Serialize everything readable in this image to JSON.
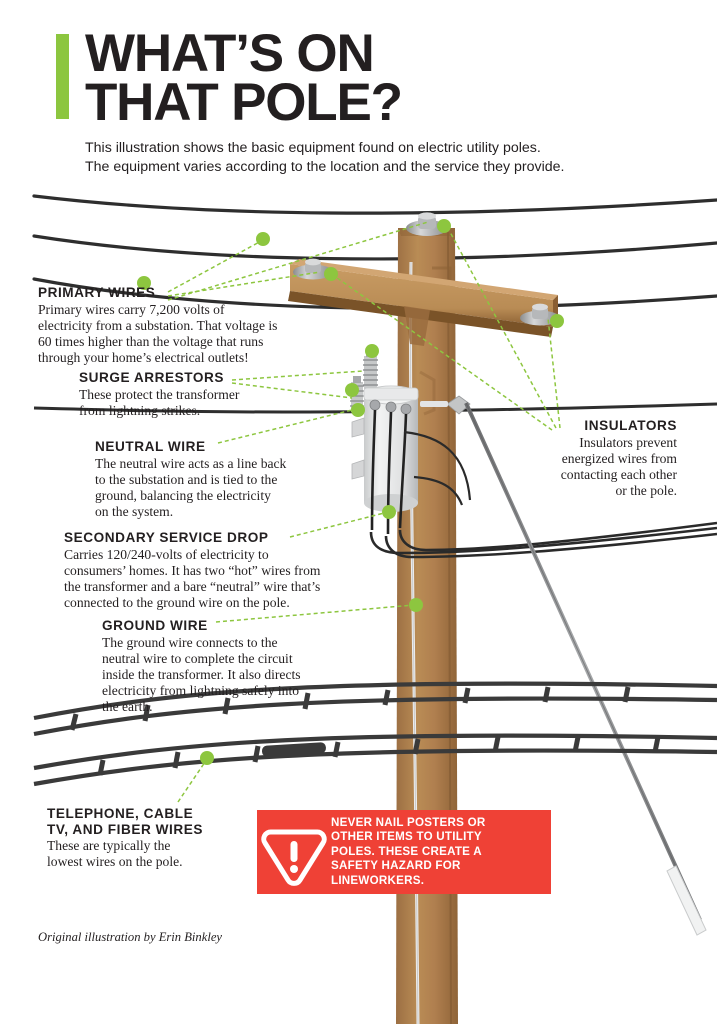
{
  "header": {
    "title": "WHAT’S ON\nTHAT POLE?",
    "subtitle": "This illustration shows the basic equipment found on electric utility poles.\nThe equipment varies according to the location and the service they provide.",
    "accent_color": "#8CC63F"
  },
  "callouts": {
    "primary_wires": {
      "heading": "PRIMARY WIRES",
      "body": "Primary wires carry 7,200 volts of\nelectricity from a substation. That voltage is\n60 times higher than the voltage that runs\nthrough your home’s electrical outlets!"
    },
    "surge_arrestors": {
      "heading": "SURGE ARRESTORS",
      "body": "These protect the transformer\nfrom lightning strikes."
    },
    "neutral_wire": {
      "heading": "NEUTRAL WIRE",
      "body": "The neutral wire acts as a line back\nto the substation and is tied to the\nground, balancing the electricity\non the system."
    },
    "secondary_service_drop": {
      "heading": "SECONDARY SERVICE DROP",
      "body": "Carries 120/240-volts of electricity to\nconsumers’ homes. It has two “hot” wires from\nthe transformer and a bare “neutral” wire that’s\nconnected to the ground wire on the pole."
    },
    "ground_wire": {
      "heading": "GROUND WIRE",
      "body": "The ground wire connects to the\nneutral wire to complete the circuit\ninside the transformer. It also directs\nelectricity from lightning safely into\nthe earth."
    },
    "insulators": {
      "heading": "INSULATORS",
      "body": "Insulators prevent\nenergized wires from\ncontacting each other\nor the pole."
    },
    "telephone_cable": {
      "heading": "TELEPHONE, CABLE\nTV, AND FIBER WIRES",
      "body": "These are typically the\nlowest wires on the pole."
    }
  },
  "warning": {
    "text": "NEVER NAIL POSTERS OR\nOTHER ITEMS TO UTILITY\nPOLES. THESE CREATE A\nSAFETY HAZARD FOR\nLINEWORKERS.",
    "background_color": "#EF4136",
    "icon": "warning-triangle-exclamation"
  },
  "credit": "Original illustration by Erin Binkley",
  "illustration": {
    "pole_color": "#B07F4F",
    "crossarm_color": "#B98C55",
    "wire_color": "#2E2E2E",
    "insulator_color": "#A6A8AB",
    "transformer_color": "#E4E5E6",
    "marker_color": "#8DC63F",
    "leader_color": "#8DC63F"
  }
}
